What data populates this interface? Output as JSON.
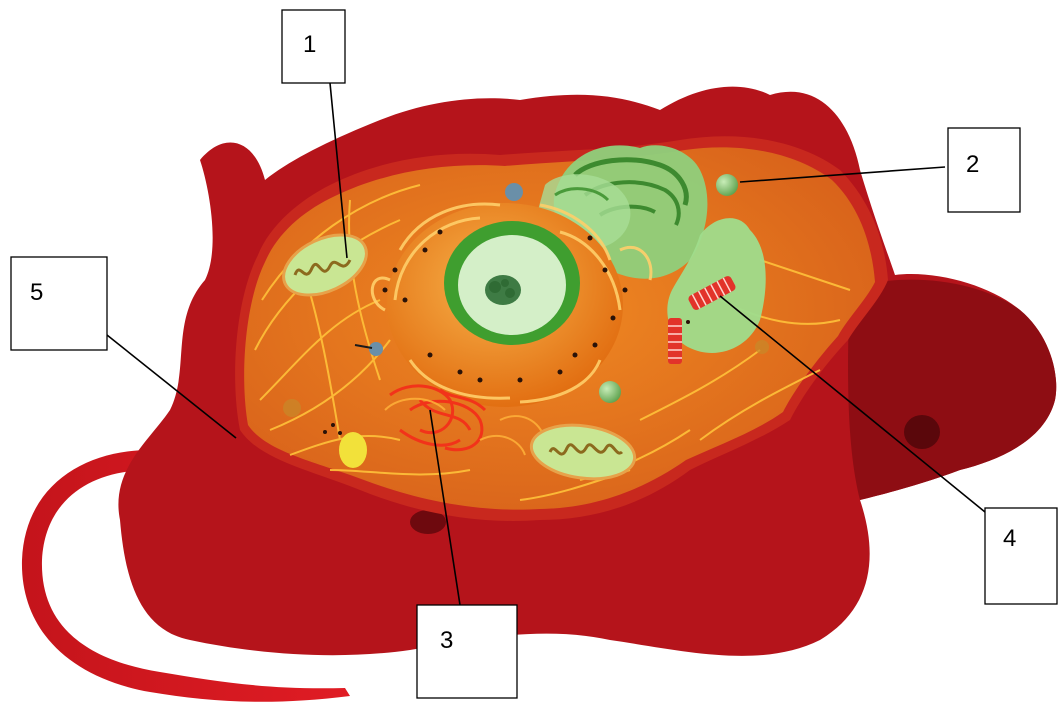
{
  "diagram": {
    "subject": "animal-cell",
    "labels": [
      {
        "id": "1",
        "text": "1",
        "points_to": "mitochondrion"
      },
      {
        "id": "2",
        "text": "2",
        "points_to": "vesicle"
      },
      {
        "id": "3",
        "text": "3",
        "points_to": "rough-endoplasmic-reticulum"
      },
      {
        "id": "4",
        "text": "4",
        "points_to": "centriole"
      },
      {
        "id": "5",
        "text": "5",
        "points_to": "cell-membrane"
      }
    ],
    "colors": {
      "membrane": "#b5141b",
      "membrane_dark": "#7d0b10",
      "cytoplasm": "#e8791a",
      "nucleus": "#f0941e",
      "nucleoplasm_green": "#3d9b2e",
      "nucleolus": "#2f6b34",
      "organelle_green": "#9fd98c",
      "filaments": "#ffc23a"
    }
  }
}
